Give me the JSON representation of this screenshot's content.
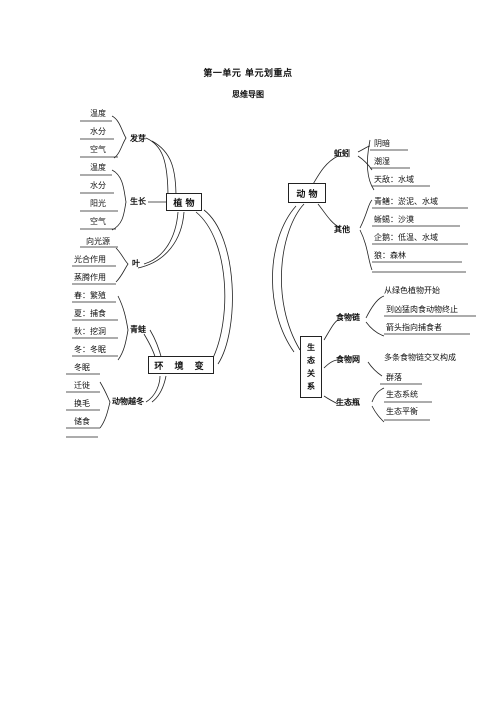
{
  "header": {
    "title": "第一单元 单元划重点",
    "subtitle": "思维导图"
  },
  "plant": {
    "center": "植 物",
    "germination": {
      "label": "发芽",
      "items": [
        "温度",
        "水分",
        "空气"
      ]
    },
    "growth": {
      "label": "生长",
      "items": [
        "温度",
        "水分",
        "阳光",
        "空气"
      ]
    },
    "leaf": {
      "label": "叶",
      "items": [
        "向光源",
        "光合作用",
        "蒸腾作用"
      ]
    }
  },
  "environment": {
    "center": "环 境 变",
    "frog": {
      "label": "青蛙",
      "items": [
        "春：繁殖",
        "夏：捕食",
        "秋：挖洞",
        "冬：冬眠"
      ]
    },
    "winter": {
      "label": "动物越冬",
      "items": [
        "冬眠",
        "迁徙",
        "换毛",
        "储食"
      ]
    }
  },
  "animal": {
    "center": "动 物",
    "earthworm": {
      "label": "蚯蚓",
      "items": [
        "阴暗",
        "潮湿",
        "天敌：水域"
      ]
    },
    "others": {
      "label": "其他",
      "items": [
        "青鳝：淤泥、水域",
        "蜥蜴：沙漠",
        "企鹅：低温、水域",
        "狼：森林"
      ]
    }
  },
  "ecology": {
    "center_chars": [
      "生",
      "态",
      "关",
      "系"
    ],
    "food_chain": {
      "label": "食物链",
      "items": [
        "从绿色植物开始",
        "到凶猛肉食动物终止",
        "箭头指向捕食者"
      ]
    },
    "food_web": {
      "label": "食物网",
      "items": [
        "多条食物链交叉构成",
        "群落"
      ]
    },
    "ecosystem": {
      "label": "生态瓶",
      "items": [
        "生态系统",
        "生态平衡"
      ]
    }
  }
}
